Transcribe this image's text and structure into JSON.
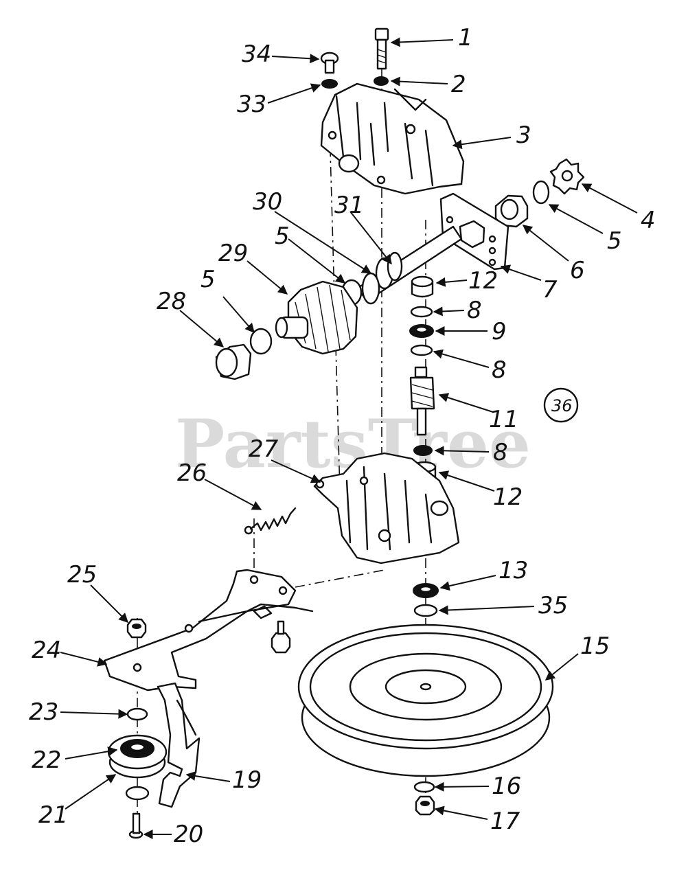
{
  "watermark": "PartsTree",
  "diagram_number": "36",
  "callouts": [
    "1",
    "2",
    "3",
    "4",
    "5",
    "6",
    "7",
    "5",
    "30",
    "31",
    "29",
    "5",
    "28",
    "12",
    "8",
    "9",
    "8",
    "11",
    "8",
    "27",
    "26",
    "12",
    "13",
    "35",
    "15",
    "25",
    "24",
    "23",
    "22",
    "21",
    "19",
    "20",
    "16",
    "17",
    "34",
    "33"
  ]
}
